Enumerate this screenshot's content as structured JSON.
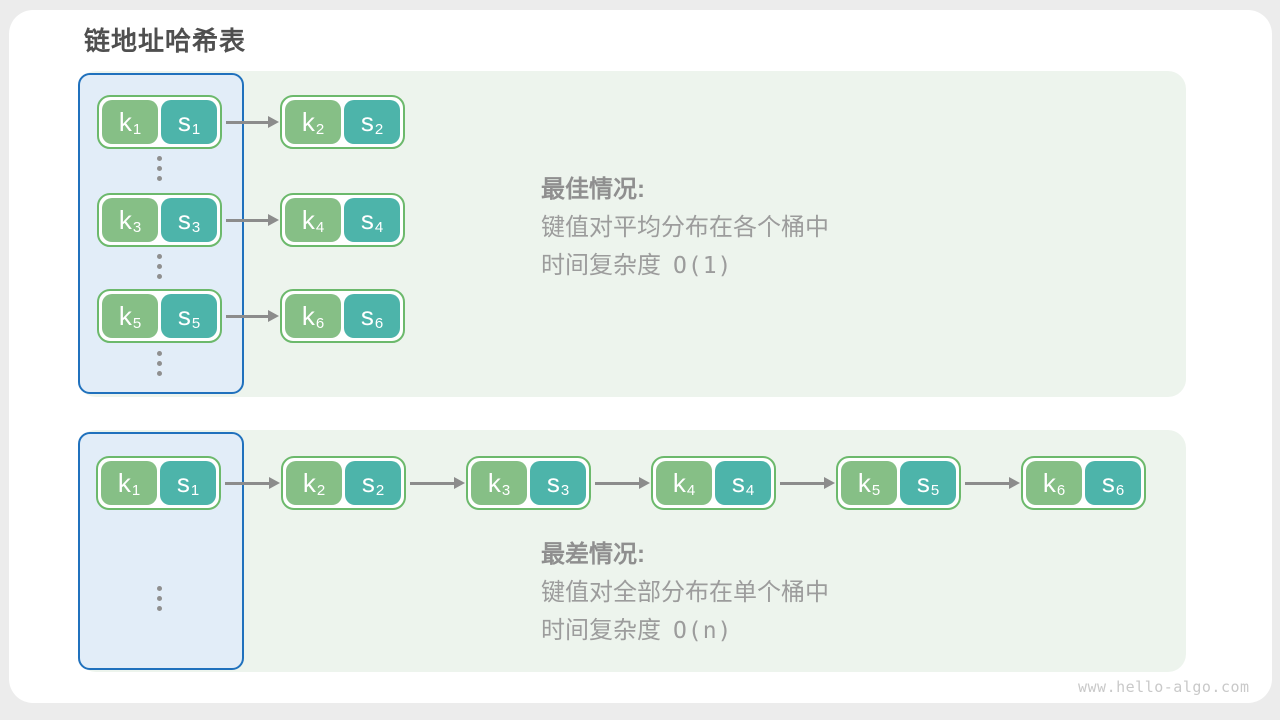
{
  "title": "链地址哈希表",
  "watermark": "www.hello-algo.com",
  "colors": {
    "key_green": "#86bf86",
    "value_teal": "#4db4aa",
    "pair_border_green": "#6cb96c",
    "bucket_fill_blue": "#e2edf8",
    "bucket_border_blue": "#2071bd",
    "panel_fill_green": "#edf4ed",
    "arrow_gray": "#8c8c8c",
    "caption_text_gray": "#9c9c9c",
    "title_gray": "#4f4f4f"
  },
  "best_case": {
    "heading": "最佳情况:",
    "line1": "键值对平均分布在各个桶中",
    "line2_prefix": "时间复杂度",
    "line2_code": "O(1)",
    "bucket_pairs": [
      {
        "k": "k",
        "ks": "1",
        "s": "s",
        "ss": "1"
      },
      {
        "k": "k",
        "ks": "3",
        "s": "s",
        "ss": "3"
      },
      {
        "k": "k",
        "ks": "5",
        "s": "s",
        "ss": "5"
      }
    ],
    "chain_pairs": [
      {
        "k": "k",
        "ks": "2",
        "s": "s",
        "ss": "2"
      },
      {
        "k": "k",
        "ks": "4",
        "s": "s",
        "ss": "4"
      },
      {
        "k": "k",
        "ks": "6",
        "s": "s",
        "ss": "6"
      }
    ]
  },
  "worst_case": {
    "heading": "最差情况:",
    "line1": "键值对全部分布在单个桶中",
    "line2_prefix": "时间复杂度",
    "line2_code": "O(n)",
    "chain_pairs": [
      {
        "k": "k",
        "ks": "1",
        "s": "s",
        "ss": "1"
      },
      {
        "k": "k",
        "ks": "2",
        "s": "s",
        "ss": "2"
      },
      {
        "k": "k",
        "ks": "3",
        "s": "s",
        "ss": "3"
      },
      {
        "k": "k",
        "ks": "4",
        "s": "s",
        "ss": "4"
      },
      {
        "k": "k",
        "ks": "5",
        "s": "s",
        "ss": "5"
      },
      {
        "k": "k",
        "ks": "6",
        "s": "s",
        "ss": "6"
      }
    ]
  }
}
